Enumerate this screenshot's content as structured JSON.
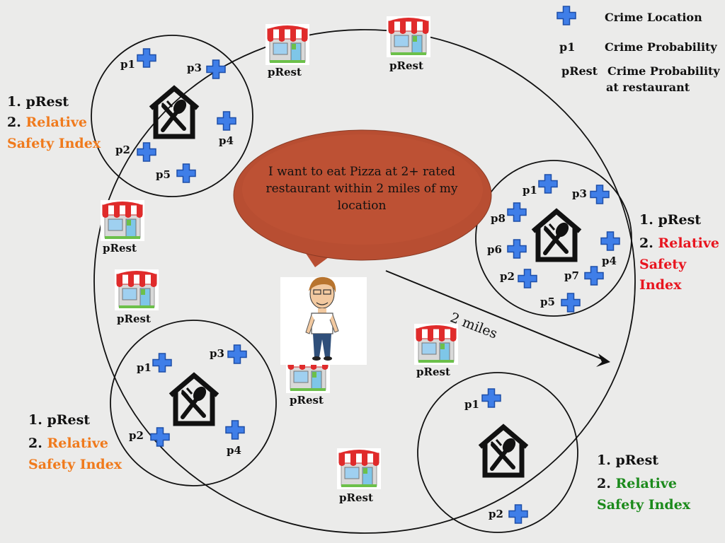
{
  "bubble": {
    "text": "I want to eat Pizza at 2+ rated restaurant within 2 miles of my location",
    "color": "#b84e32"
  },
  "distance_label": "2 miles",
  "legend": {
    "crime_location": "Crime Location",
    "p_key": "p1",
    "p_desc": "Crime Probability",
    "prest_key": "pRest",
    "prest_desc_1": "Crime Probability",
    "prest_desc_2": "at restaurant"
  },
  "clusters": [
    {
      "name": "top-left",
      "line1": "1. pRest",
      "line2_num": "2. ",
      "line2_word": "Relative",
      "line3": "Safety Index",
      "color": "#f07a1c",
      "probs": [
        "p1",
        "p3",
        "p4",
        "p2",
        "p5"
      ]
    },
    {
      "name": "right",
      "line1": "1. pRest",
      "line2_num": "2. ",
      "line2_word": "Relative",
      "line3": "Safety",
      "line4": "Index",
      "color": "#e8151f",
      "probs": [
        "p1",
        "p3",
        "p8",
        "p6",
        "p2",
        "p7",
        "p4",
        "p5"
      ]
    },
    {
      "name": "bottom-left",
      "line1": "1. pRest",
      "line2_num": "2. ",
      "line2_word": "Relative",
      "line3": "Safety Index",
      "color": "#f07a1c",
      "probs": [
        "p1",
        "p3",
        "p2",
        "p4"
      ]
    },
    {
      "name": "bottom-right",
      "line1": "1. pRest",
      "line2_num": "2. ",
      "line2_word": "Relative",
      "line3": "Safety Index",
      "color": "#1b8a1b",
      "probs": [
        "p1",
        "p2"
      ]
    }
  ],
  "restaurant_label": "pRest",
  "colors": {
    "cross": "#3f7ee8",
    "cross_outline": "#1f4fa8",
    "awning_red": "#e02b2b",
    "shop_green": "#6cc04a"
  },
  "icons": [
    "crime-location-icon",
    "restaurant-house-icon",
    "restaurant-shop-icon",
    "person-icon"
  ]
}
